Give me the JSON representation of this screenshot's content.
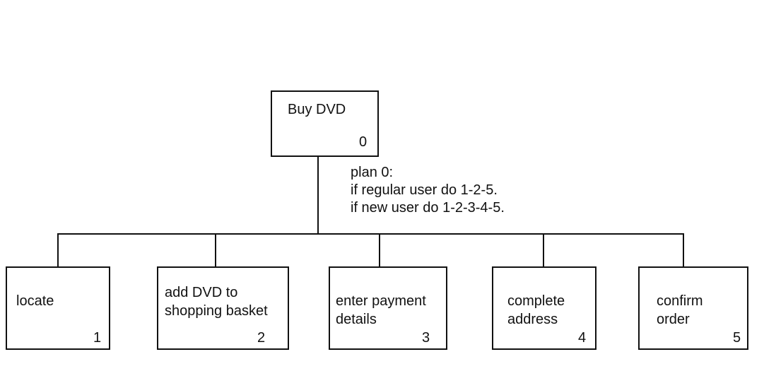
{
  "root": {
    "label": "Buy DVD",
    "number": "0"
  },
  "plan": {
    "lines": [
      "plan 0:",
      "if regular user do 1-2-5.",
      "if new user do 1-2-3-4-5."
    ]
  },
  "subtasks": [
    {
      "label": "locate",
      "number": "1"
    },
    {
      "label": "add DVD to\nshopping basket",
      "number": "2"
    },
    {
      "label": "enter payment\ndetails",
      "number": "3"
    },
    {
      "label": "complete\naddress",
      "number": "4"
    },
    {
      "label": "confirm\norder",
      "number": "5"
    }
  ]
}
